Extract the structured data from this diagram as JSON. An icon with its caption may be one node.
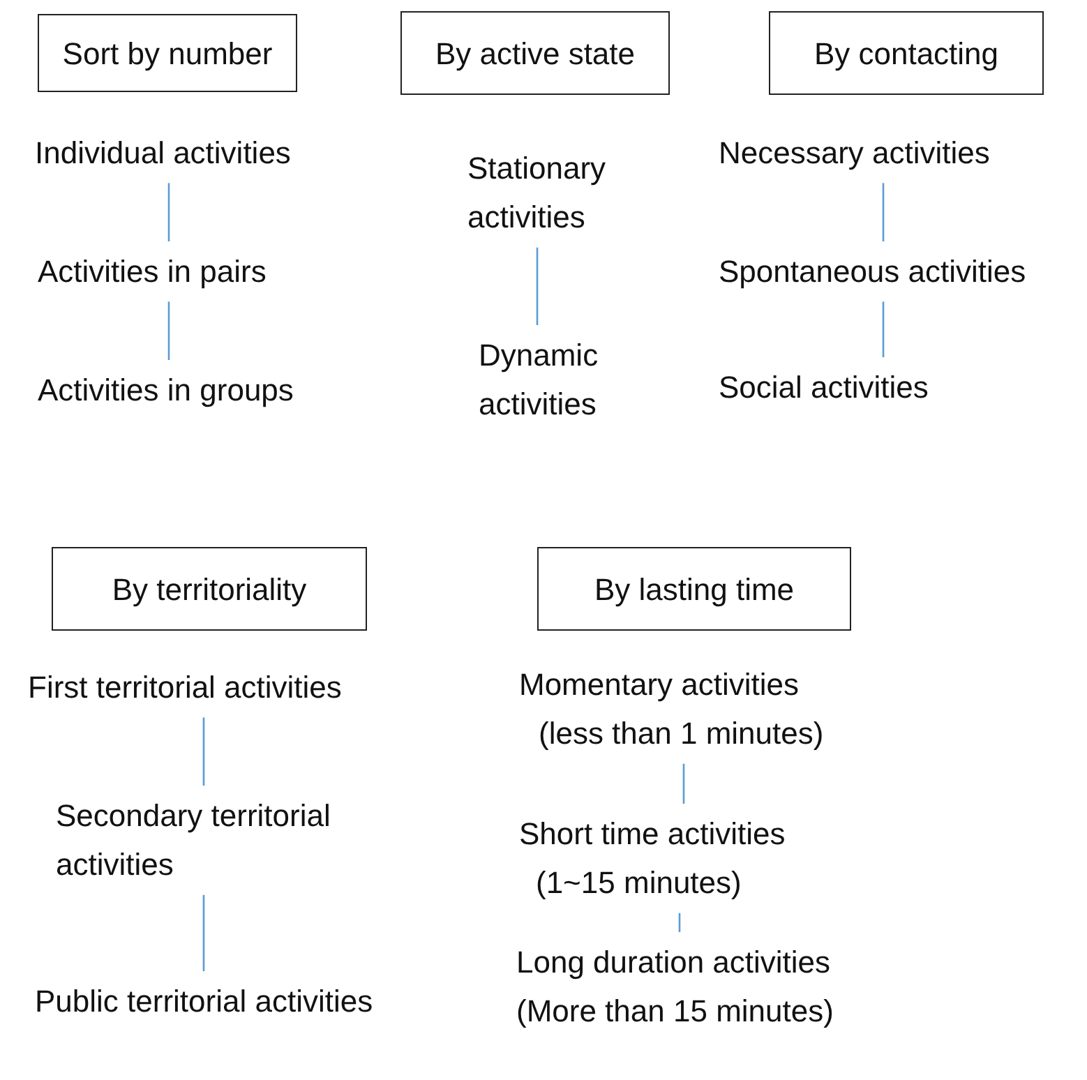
{
  "diagram": {
    "nodes": [
      {
        "text": [
          "Sort by number"
        ]
      },
      {
        "text": [
          "Individual activities"
        ]
      },
      {
        "text": [
          "Activities in pairs"
        ]
      },
      {
        "text": [
          "Activities in groups"
        ]
      },
      {
        "text": [
          "By active state"
        ]
      },
      {
        "text": [
          "Stationary activities"
        ]
      },
      {
        "text": [
          "Dynamic activities"
        ]
      },
      {
        "text": [
          "By contacting"
        ]
      },
      {
        "text": [
          "Necessary activities"
        ]
      },
      {
        "text": [
          "Spontaneous activities"
        ]
      },
      {
        "text": [
          "Social activities"
        ]
      },
      {
        "text": [
          "By territoriality"
        ]
      },
      {
        "text": [
          "First territorial activities"
        ]
      },
      {
        "text": [
          "Secondary territorial activities"
        ]
      },
      {
        "text": [
          "Public territorial activities"
        ]
      },
      {
        "text": [
          "By lasting time"
        ]
      },
      {
        "text": [
          "Momentary activities",
          "(less than 1 minutes)"
        ]
      },
      {
        "text": [
          "Short time activities",
          "(1~15 minutes)"
        ]
      },
      {
        "text": [
          "Long duration activities",
          "(More than 15 minutes)"
        ]
      }
    ],
    "edges": [
      {
        "from": 1,
        "to": 2,
        "arrow": "none"
      },
      {
        "from": 2,
        "to": 3,
        "arrow": "none"
      },
      {
        "from": 5,
        "to": 6,
        "arrow": "none"
      },
      {
        "from": 8,
        "to": 9,
        "arrow": "none"
      },
      {
        "from": 9,
        "to": 10,
        "arrow": "none"
      },
      {
        "from": 12,
        "to": 13,
        "arrow": "none"
      },
      {
        "from": 13,
        "to": 14,
        "arrow": "none"
      },
      {
        "from": 16,
        "to": 17,
        "arrow": "none"
      },
      {
        "from": 17,
        "to": 18,
        "arrow": "none"
      }
    ]
  }
}
